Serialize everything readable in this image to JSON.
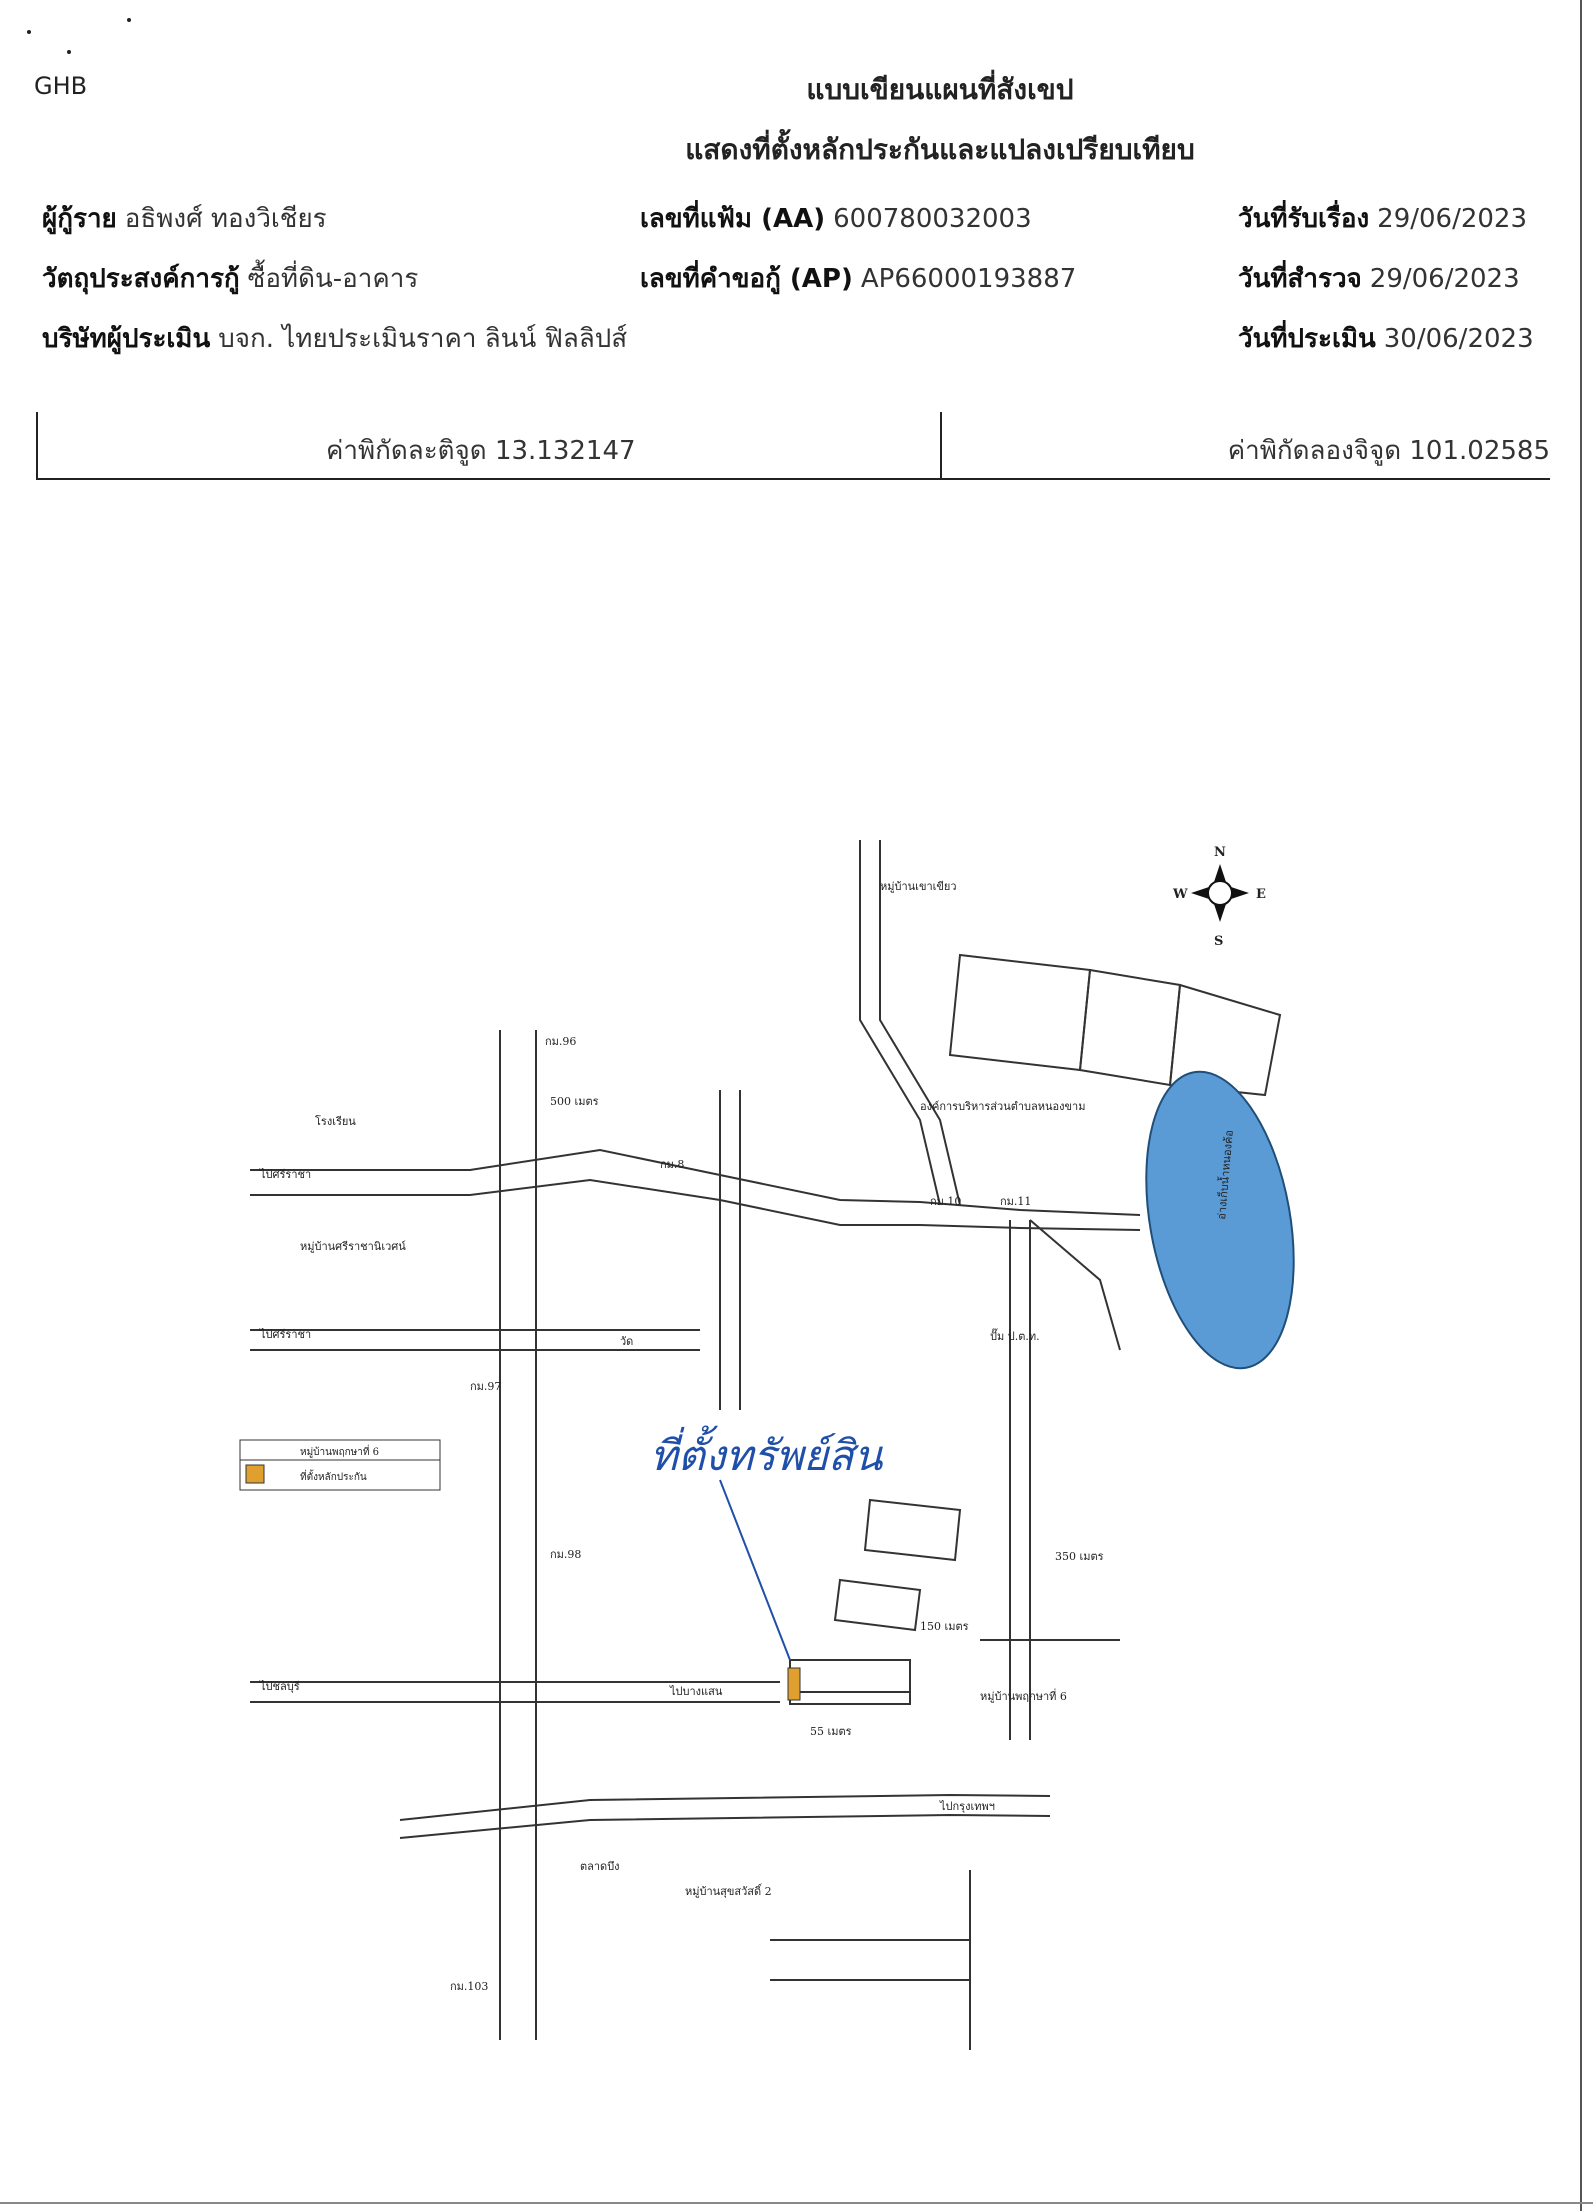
{
  "header": {
    "logo_text": "GHB",
    "title_line1": "แบบเขียนแผนที่สังเขป",
    "title_line2": "แสดงที่ตั้งหลักประกันและแปลงเปรียบเทียบ"
  },
  "info": {
    "borrower_label": "ผู้กู้ราย",
    "borrower_value": "อธิพงศ์ ทองวิเชียร",
    "purpose_label": "วัตถุประสงค์การกู้",
    "purpose_value": "ซื้อที่ดิน-อาคาร",
    "appraiser_label": "บริษัทผู้ประเมิน",
    "appraiser_value": "บจก. ไทยประเมินราคา ลินน์ ฟิลลิปส์",
    "file_no_label": "เลขที่แฟ้ม (AA)",
    "file_no_value": "600780032003",
    "request_no_label": "เลขที่คำขอกู้ (AP)",
    "request_no_value": "AP66000193887",
    "received_label": "วันที่รับเรื่อง",
    "received_value": "29/06/2023",
    "survey_label": "วันที่สำรวจ",
    "survey_value": "29/06/2023",
    "appraisal_label": "วันที่ประเมิน",
    "appraisal_value": "30/06/2023"
  },
  "coordinates": {
    "latitude_label": "ค่าพิกัดละติจูด",
    "latitude_value": "13.132147",
    "longitude_label": "ค่าพิกัดลองจิจูด",
    "longitude_value": "101.02585"
  },
  "map": {
    "compass": {
      "n": "N",
      "s": "S",
      "e": "E",
      "w": "W"
    },
    "handwriting": "ที่ตั้งทรัพย์สิน",
    "legend": {
      "item1": "หมู่บ้านพฤกษาที่ 6",
      "item2": "ที่ตั้งหลักประกัน"
    },
    "labels": {
      "to_bangkok": "ไปกรุงเทพฯ",
      "to_sriracha": "ไปศรีราชา",
      "to_chonburi": "ไปชลบุรี",
      "to_bangsaen": "ไปบางแสน",
      "km96": "กม.96",
      "km97": "กม.97",
      "km98": "กม.98",
      "km103": "กม.103",
      "km8": "กม.8",
      "km10": "กม.10",
      "km11": "กม.11",
      "m500": "500 เมตร",
      "m350": "350 เมตร",
      "m150": "150 เมตร",
      "m55": "55 เมตร",
      "village_khaokhiao": "หมู่บ้านเขาเขียว",
      "school": "โรงเรียน",
      "reservoir": "อ่างเก็บน้ำหนองค้อ",
      "tao_office": "องค์การบริหารส่วนตำบลหนองขาม",
      "ptt_station": "ปั๊ม ป.ต.ท.",
      "village_pruksa6": "หมู่บ้านพฤกษาที่ 6",
      "village_a": "หมู่บ้านศรีราชานิเวศน์",
      "village_b": "หมู่บ้านสุขสวัสดิ์ 2",
      "market": "ตลาดบึง",
      "temple": "วัด"
    }
  }
}
